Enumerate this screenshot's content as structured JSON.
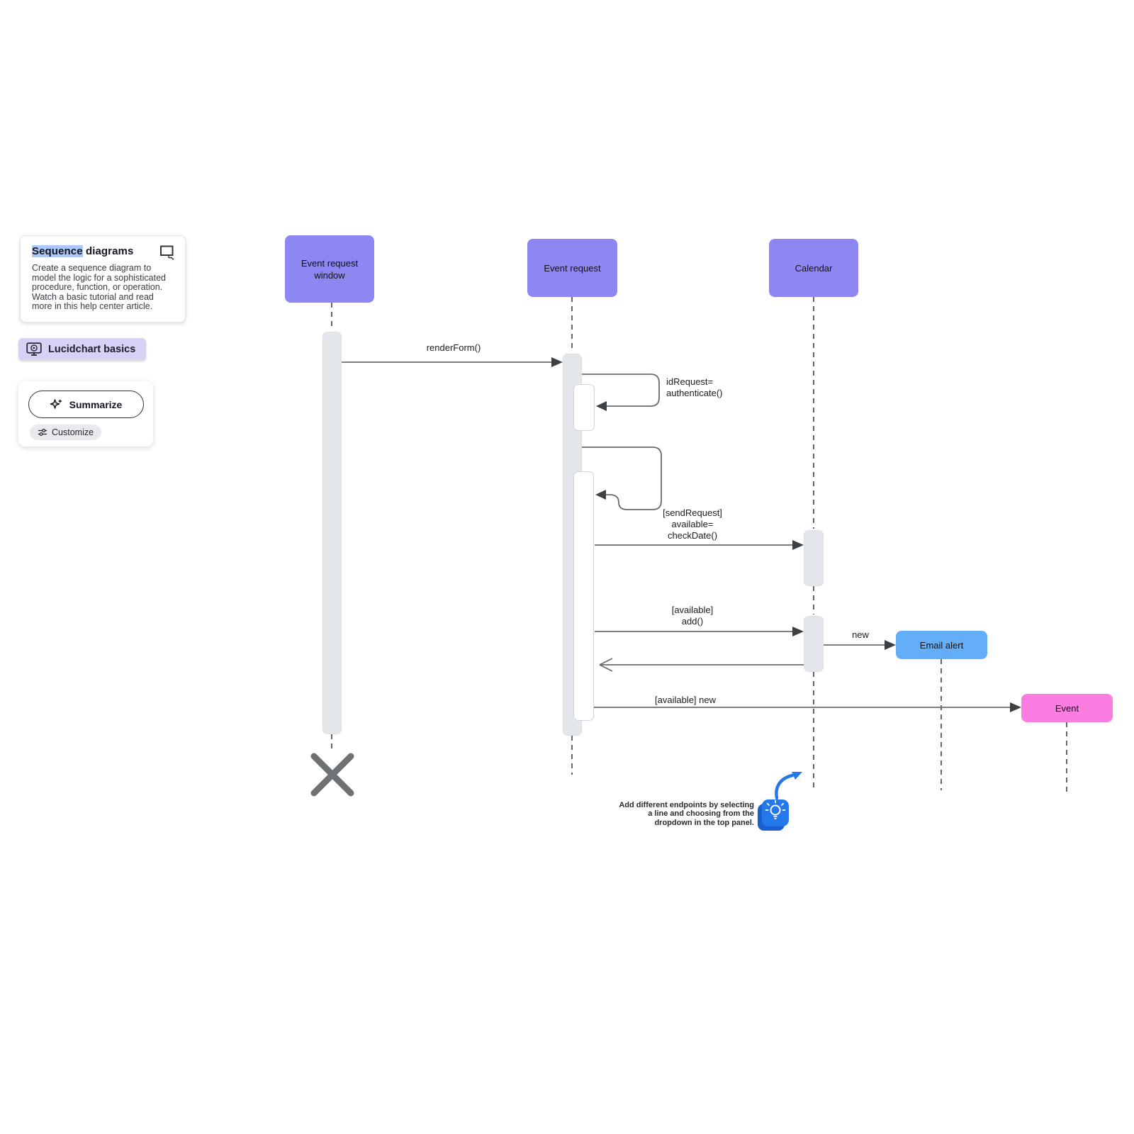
{
  "palette": {
    "actor_purple": "#8f87f1",
    "email_blue": "#64adf7",
    "event_pink": "#fb7de2",
    "activation_gray": "#e3e6ea",
    "tip_blue": "#2478ea",
    "title_highlight_blue": "#abc8f8"
  },
  "info_card": {
    "title_highlight": "Sequence",
    "title_rest": " diagrams",
    "body": "Create a sequence diagram to\nmodel the logic for a sophisticated\nprocedure, function, or operation.\nWatch a basic tutorial and read\nmore in this help center article."
  },
  "basics_badge": {
    "label": "Lucidchart basics"
  },
  "ai_panel": {
    "summarize_label": "Summarize",
    "customize_label": "Customize"
  },
  "diagram": {
    "actors": {
      "window": "Event request window",
      "request": "Event request",
      "calendar": "Calendar"
    },
    "objects": {
      "email_alert": "Email alert",
      "event": "Event"
    },
    "messages": {
      "render_form": "renderForm()",
      "authenticate": "idRequest=\nauthenticate()",
      "check_date": "[sendRequest]\navailable=\ncheckDate()",
      "add": "[available]\nadd()",
      "new": "new",
      "available_new": "[available] new"
    }
  },
  "tip": {
    "text": "Add different endpoints by selecting\na line and choosing from the\ndropdown in the top panel."
  }
}
